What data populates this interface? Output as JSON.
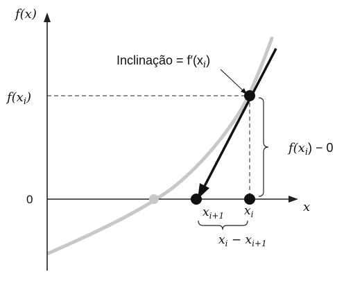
{
  "axes": {
    "y_label": "f(x)",
    "x_label": "x",
    "zero_label": "0",
    "fxi_label": "f(x",
    "fxi_sub": "i",
    "fxi_close": ")"
  },
  "annotations": {
    "slope_text": "Inclinação = f′(x",
    "slope_sub": "i",
    "slope_close": ")",
    "height_text_a": "f(x",
    "height_sub": "i",
    "height_text_b": ") − 0",
    "xi_label": "x",
    "xi_sub": "i",
    "xi1_label": "x",
    "xi1_sub": "i+1",
    "diff_a": "x",
    "diff_a_sub": "i",
    "diff_minus": " − x",
    "diff_b_sub": "i+1"
  },
  "colors": {
    "curve": "#c8c8c8",
    "axis": "#222222",
    "tangent": "#111111",
    "points": "#111111",
    "root_point": "#c8c8c8"
  }
}
